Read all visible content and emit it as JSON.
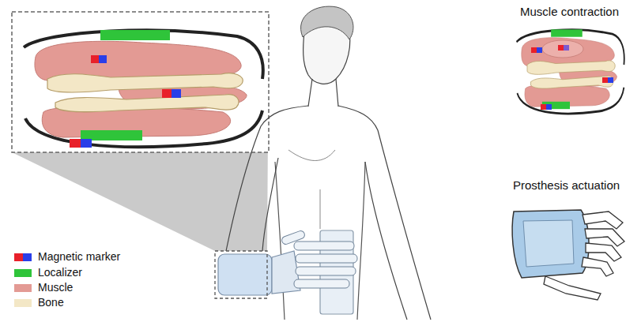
{
  "diagram": {
    "labels": [
      "Muscle contraction",
      "Prosthesis actuation"
    ],
    "legend": [
      {
        "text": "Magnetic marker"
      },
      {
        "text": "Localizer",
        "color": "#2fc43a"
      },
      {
        "text": "Muscle",
        "color": "#e39a94"
      },
      {
        "text": "Bone",
        "color": "#f3e7c6"
      }
    ]
  }
}
